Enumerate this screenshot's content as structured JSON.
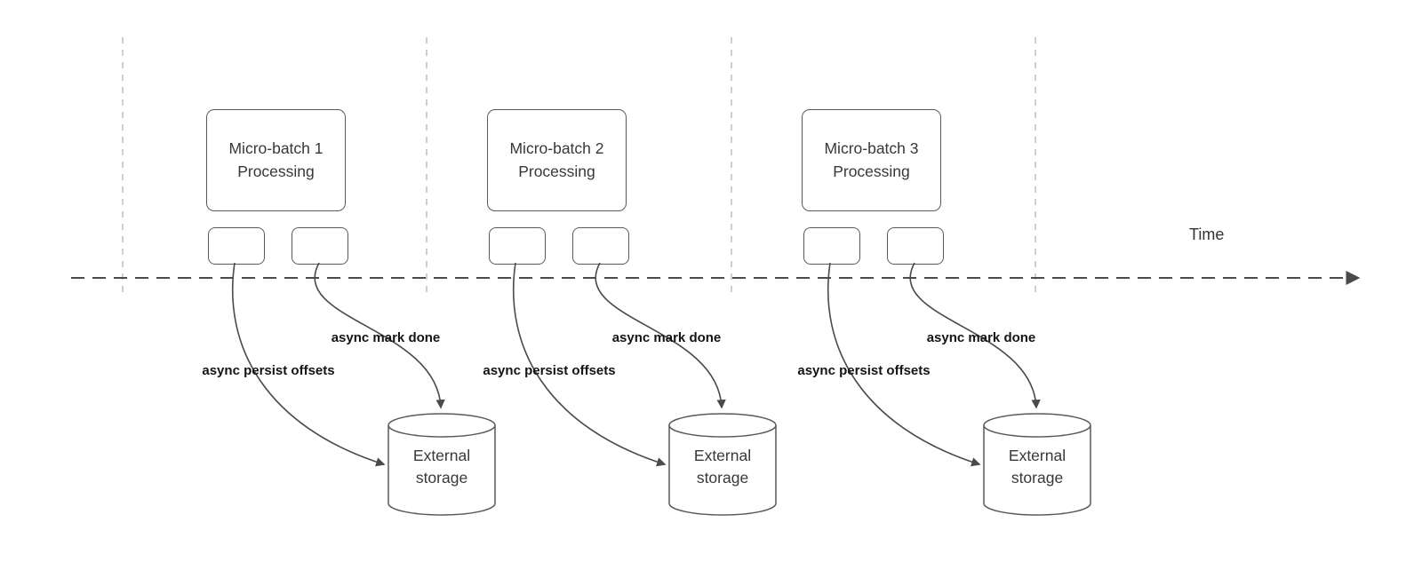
{
  "diagram": {
    "timeline_label": "Time",
    "colors": {
      "line": "#4a4a4a",
      "guide": "#bdbdbd",
      "box_border": "#595959",
      "text": "#383838",
      "bold_label": "#141414",
      "background": "#ffffff"
    },
    "batches": [
      {
        "title_line1": "Micro-batch 1",
        "title_line2": "Processing",
        "persist_label": "async persist offsets",
        "mark_done_label": "async mark done",
        "storage_label": "External storage"
      },
      {
        "title_line1": "Micro-batch 2",
        "title_line2": "Processing",
        "persist_label": "async persist offsets",
        "mark_done_label": "async mark done",
        "storage_label": "External storage"
      },
      {
        "title_line1": "Micro-batch 3",
        "title_line2": "Processing",
        "persist_label": "async persist offsets",
        "mark_done_label": "async mark done",
        "storage_label": "External storage"
      }
    ]
  }
}
